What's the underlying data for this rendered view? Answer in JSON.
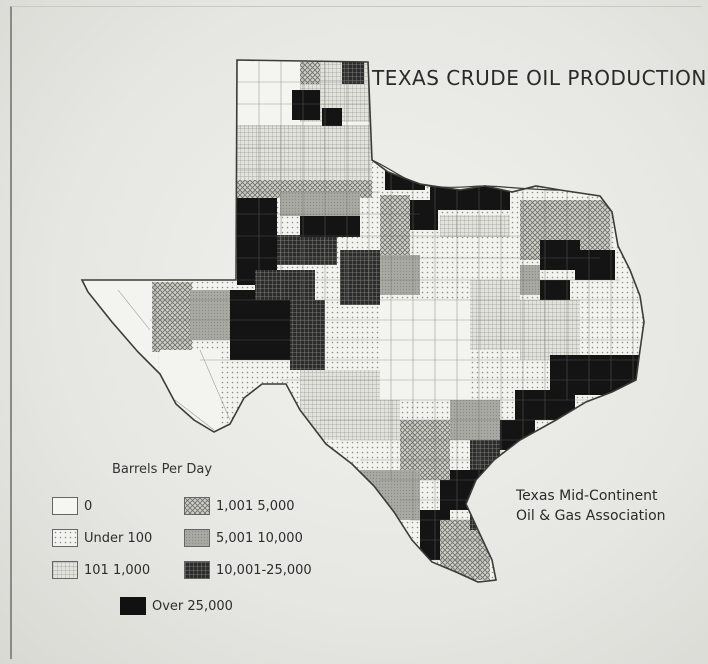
{
  "title": "TEXAS CRUDE OIL PRODUCTION",
  "credit": {
    "line1": "Texas Mid-Continent",
    "line2": "Oil & Gas Association"
  },
  "legend": {
    "title": "Barrels Per Day",
    "items": [
      {
        "label": "0",
        "pattern": "blank"
      },
      {
        "label": "Under 100",
        "pattern": "dots"
      },
      {
        "label": "101 1,000",
        "pattern": "fine-grid"
      },
      {
        "label": "1,001 5,000",
        "pattern": "cross"
      },
      {
        "label": "5,001 10,000",
        "pattern": "gray"
      },
      {
        "label": "10,001-25,000",
        "pattern": "dark-grid"
      },
      {
        "label": "Over 25,000",
        "pattern": "black"
      }
    ]
  }
}
